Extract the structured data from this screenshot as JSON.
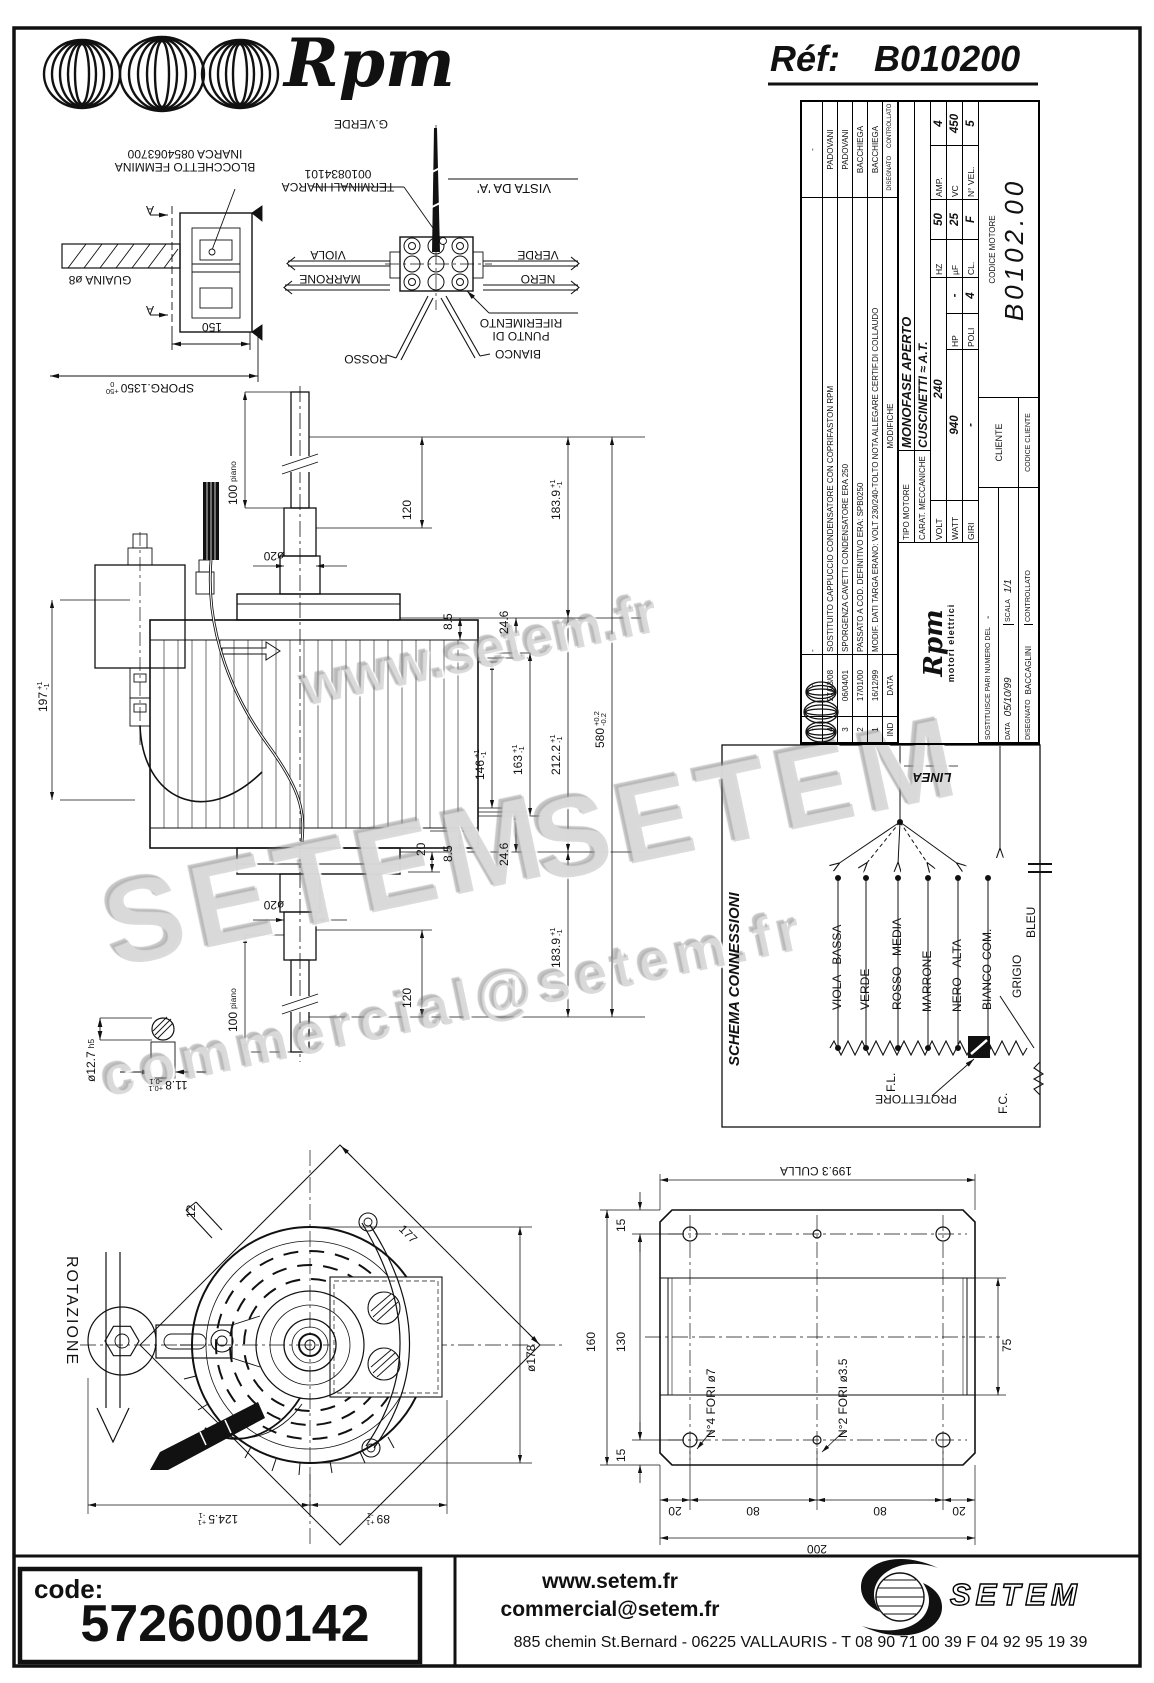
{
  "header": {
    "logo_text": "Rpm",
    "ref_label": "Réf:",
    "ref_value": "B010200"
  },
  "title_block": {
    "revisions": [
      {
        "ind": "-",
        "date": "-",
        "change": "-",
        "by": "-"
      },
      {
        "ind": "4",
        "date": "27/03/08",
        "change": "SOSTITUITO CAPPUCCIO CONDENSATORE CON COPRIFASTON RPM",
        "by": "PADOVANI"
      },
      {
        "ind": "3",
        "date": "06/04/01",
        "change": "SPORGENZA CAVETTI CONDENSATORE ERA 250",
        "by": "PADOVANI"
      },
      {
        "ind": "2",
        "date": "17/01/00",
        "change": "PASSATO A COD. DEFINITIVO ERA: SPB0250",
        "by": "BACCHIEGA"
      },
      {
        "ind": "1",
        "date": "16/12/99",
        "change": "MODIF. DATI TARGA ERANO: VOLT 230/240-TOLTO NOTA ALLEGARE CERTIF.DI COLLAUDO",
        "by": "BACCHIEGA"
      }
    ],
    "rev_header": {
      "ind": "IND",
      "date": "DATA",
      "change": "MODIFICHE",
      "designed": "DISEGNATO",
      "checked": "CONTROLLATO"
    },
    "tipo_motore_label": "TIPO MOTORE",
    "tipo_motore": "MONOFASE APERTO",
    "carat_label": "CARAT. MECCANICHE",
    "carat": "CUSCINETTI ≈ A.T.",
    "specs": {
      "volt_l": "VOLT",
      "volt": "240",
      "hz_l": "HZ",
      "hz": "50",
      "amp_l": "AMP.",
      "amp": "4",
      "watt_l": "WATT",
      "watt": "940",
      "hp_l": "HP",
      "hp": "-",
      "uf_l": "µF",
      "uf": "25",
      "vc_l": "VC",
      "vc": "450",
      "giri_l": "GIRI",
      "giri": "-",
      "poli_l": "POLI",
      "poli": "4",
      "cl_l": "CL.",
      "cl": "F",
      "vel_l": "N° VEL.",
      "vel": "5"
    },
    "logo_text": "Rpm",
    "logo_sub": "motori elettrici",
    "sostituisce": "SOSTITUISCE PARI NUMERO DEL",
    "sostituisce_val": "-",
    "cliente": "CLIENTE",
    "codice_motore_label": "CODICE MOTORE",
    "codice_motore": "B0102.00",
    "data_l": "DATA",
    "data": "05/10/99",
    "scala_l": "SCALA",
    "scala": "1/1",
    "disegnato_l": "DISEGNATO",
    "disegnato": "BACCAGLINI",
    "controllato_l": "CONTROLLATO",
    "codice_cliente": "CODICE CLIENTE"
  },
  "connector_detail": {
    "blocchetto1": "BLOCCHETTO FEMMINA",
    "blocchetto2": "INARCA 0854063700",
    "guaina": "GUAINA ø8",
    "a": "A",
    "d150": "150",
    "sporg": {
      "v": "SPORG.1350",
      "p": "+50",
      "m": "0"
    },
    "terminali1": "TERMINALI INARCA",
    "terminali2": "0010834101",
    "vista": "VISTA DA 'A'",
    "gverde": "G.VERDE",
    "viola": "VIOLA",
    "verde": "VERDE",
    "marrone": "MARRONE",
    "nero": "NERO",
    "rosso": "ROSSO",
    "bianco": "BIANCO",
    "punto1": "PUNTO DI",
    "punto2": "RIFERIMENTO"
  },
  "side_view": {
    "dims": {
      "d100t": {
        "v": "100",
        "note": "piano"
      },
      "d20t": "ø20",
      "d120t": "120",
      "d183t": {
        "v": "183.9",
        "p": "+1",
        "m": "-1"
      },
      "d85t": "8.5",
      "d246t": "24.6",
      "d146": {
        "v": "146",
        "p": "+1",
        "m": "-1"
      },
      "d163": {
        "v": "163",
        "p": "+1",
        "m": "-1"
      },
      "d2122": {
        "v": "212.2",
        "p": "+1",
        "m": "-1"
      },
      "d580": {
        "v": "580",
        "p": "+0.2",
        "m": "-0.2"
      },
      "d20s": "20",
      "d85b": "8.5",
      "d246b": "24.6",
      "d20b": "ø20",
      "d183b": {
        "v": "183.9",
        "p": "+1",
        "m": "-1"
      },
      "d120b": "120",
      "d100b": {
        "v": "100",
        "note": "piano"
      },
      "d197": {
        "v": "197",
        "p": "+1",
        "m": "-1"
      },
      "d127": {
        "v": "ø12.7",
        "note": "h5"
      },
      "d118": {
        "v": "11.8",
        "p": "+0.1",
        "m": "-0.1"
      }
    }
  },
  "front_view": {
    "rotazione": "ROTAZIONE",
    "d12": "12",
    "d177": "177",
    "d178": "ø178",
    "d1245": {
      "v": "124.5",
      "p": "+1",
      "m": "-1"
    },
    "d89": {
      "v": "89",
      "p": "+1",
      "m": "-1"
    }
  },
  "plate_view": {
    "culla": "199.3 CULLA",
    "d15t": "15",
    "d130": "130",
    "d160": "160",
    "d15b": "15",
    "d75": "75",
    "n4fori": "N°4 FORI ø7",
    "n2fori": "N°2 FORI ø3.5",
    "d20a": "20",
    "d80a": "80",
    "d80b": "80",
    "d20b": "20",
    "d200": "200"
  },
  "schema": {
    "title": "SCHEMA CONNESSIONI",
    "linea": "LINEA",
    "wires": [
      {
        "label": "VIOLA - BASSA"
      },
      {
        "label": "VERDE"
      },
      {
        "label": "ROSSO - MEDIA"
      },
      {
        "label": "MARRONE"
      },
      {
        "label": "NERO - ALTA"
      },
      {
        "label": "BIANCO-COM."
      }
    ],
    "grigio": "GRIGIO",
    "bleu": "BLEU",
    "fl": "F.L.",
    "fc": "F.C.",
    "protettore": "PROTETTORE"
  },
  "watermarks": {
    "wm1": "www.setem.fr",
    "wm2": "SETEM",
    "wm3": "SETEM",
    "wm4": "commercial@setem.fr"
  },
  "footer": {
    "code_label": "code:",
    "code_value": "5726000142",
    "url": "www.setem.fr",
    "email": "commercial@setem.fr",
    "address": "885 chemin St.Bernard  -  06225 VALLAURIS  -  T 08 90 71 00 39   F 04 92 95 19 39",
    "brand": "SETEM"
  }
}
